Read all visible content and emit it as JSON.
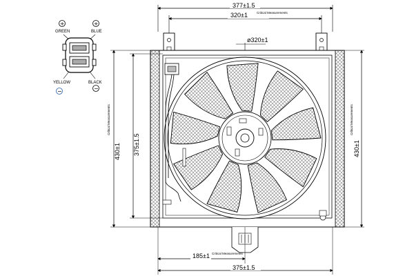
{
  "dimensions": {
    "top_width": "377±1.5",
    "bracket_spacing": "320±1",
    "fan_diameter": "ø320±1",
    "bottom_offset": "185±1",
    "bottom_width": "375±1.5",
    "left_height_outer": "430±1",
    "left_height_inner": "375±1.5",
    "right_height": "430±1"
  },
  "notes": {
    "critical_measurements": "Critical Measurements"
  },
  "connector": {
    "pins": [
      {
        "color": "GREEN",
        "polarity": "+"
      },
      {
        "color": "BLUE",
        "polarity": "+"
      },
      {
        "color": "YELLOW",
        "polarity": "−"
      },
      {
        "color": "BLACK",
        "polarity": "−"
      }
    ]
  },
  "colors": {
    "line": "#000000",
    "hatch": "#888888",
    "accent_symbol": "#2a5ea8"
  }
}
